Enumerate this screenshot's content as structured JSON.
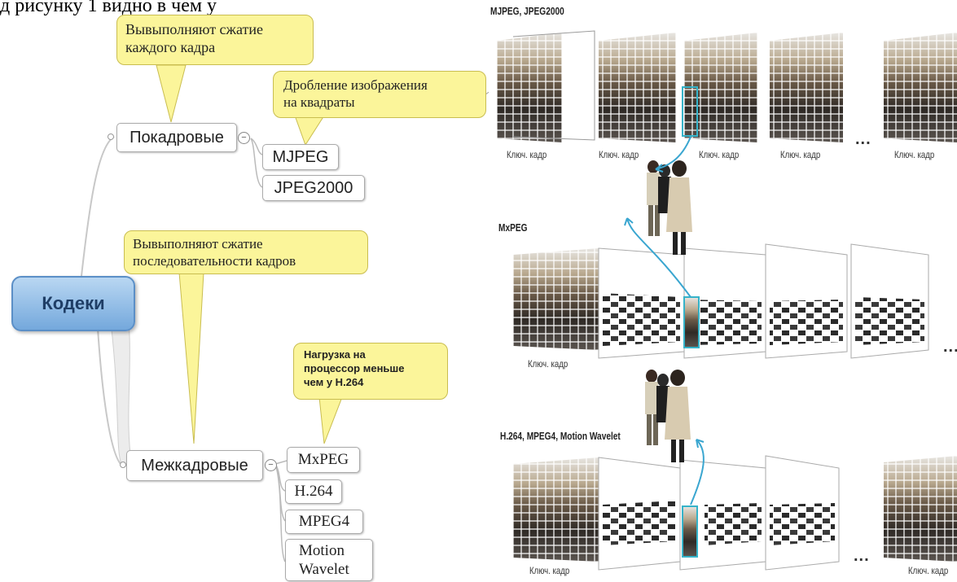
{
  "caption": "д рисунку 1 видно в чем у",
  "mindmap": {
    "center": "Кодеки",
    "branches": [
      {
        "label": "Покадровые",
        "callout": [
          "Вывыполняют сжатие",
          "каждого кадра"
        ],
        "children": [
          "MJPEG",
          "JPEG2000"
        ],
        "child_callout": [
          "Дробление изображения",
          "на квадраты"
        ]
      },
      {
        "label": "Межкадровые",
        "callout": [
          "Вывыполняют сжатие",
          "последовательности кадров"
        ],
        "children": [
          "MxPEG",
          "H.264",
          "MPEG4",
          "Motion\nWavelet"
        ],
        "child_callout": [
          "Нагрузка на",
          "процессор меньше",
          "чем у H.264"
        ]
      }
    ],
    "collapse_symbol": "−"
  },
  "codec_illustration": {
    "sequences": [
      {
        "title": "MJPEG, JPEG2000",
        "frame_labels": [
          "Ключ. кадр",
          "Ключ. кадр",
          "Ключ. кадр",
          "Ключ. кадр",
          "Ключ. кадр"
        ]
      },
      {
        "title": "MxPEG",
        "frame_labels": [
          "Ключ. кадр"
        ]
      },
      {
        "title": "H.264, MPEG4, Motion Wavelet",
        "frame_labels": [
          "Ключ. кадр"
        ]
      }
    ],
    "ellipsis": "...",
    "colors": {
      "arrow": "#3aa6d0",
      "highlight": "#35b3c9",
      "grid": "#ffffff",
      "callout": "#fbf59a",
      "center_node": "#8db8e6"
    }
  }
}
